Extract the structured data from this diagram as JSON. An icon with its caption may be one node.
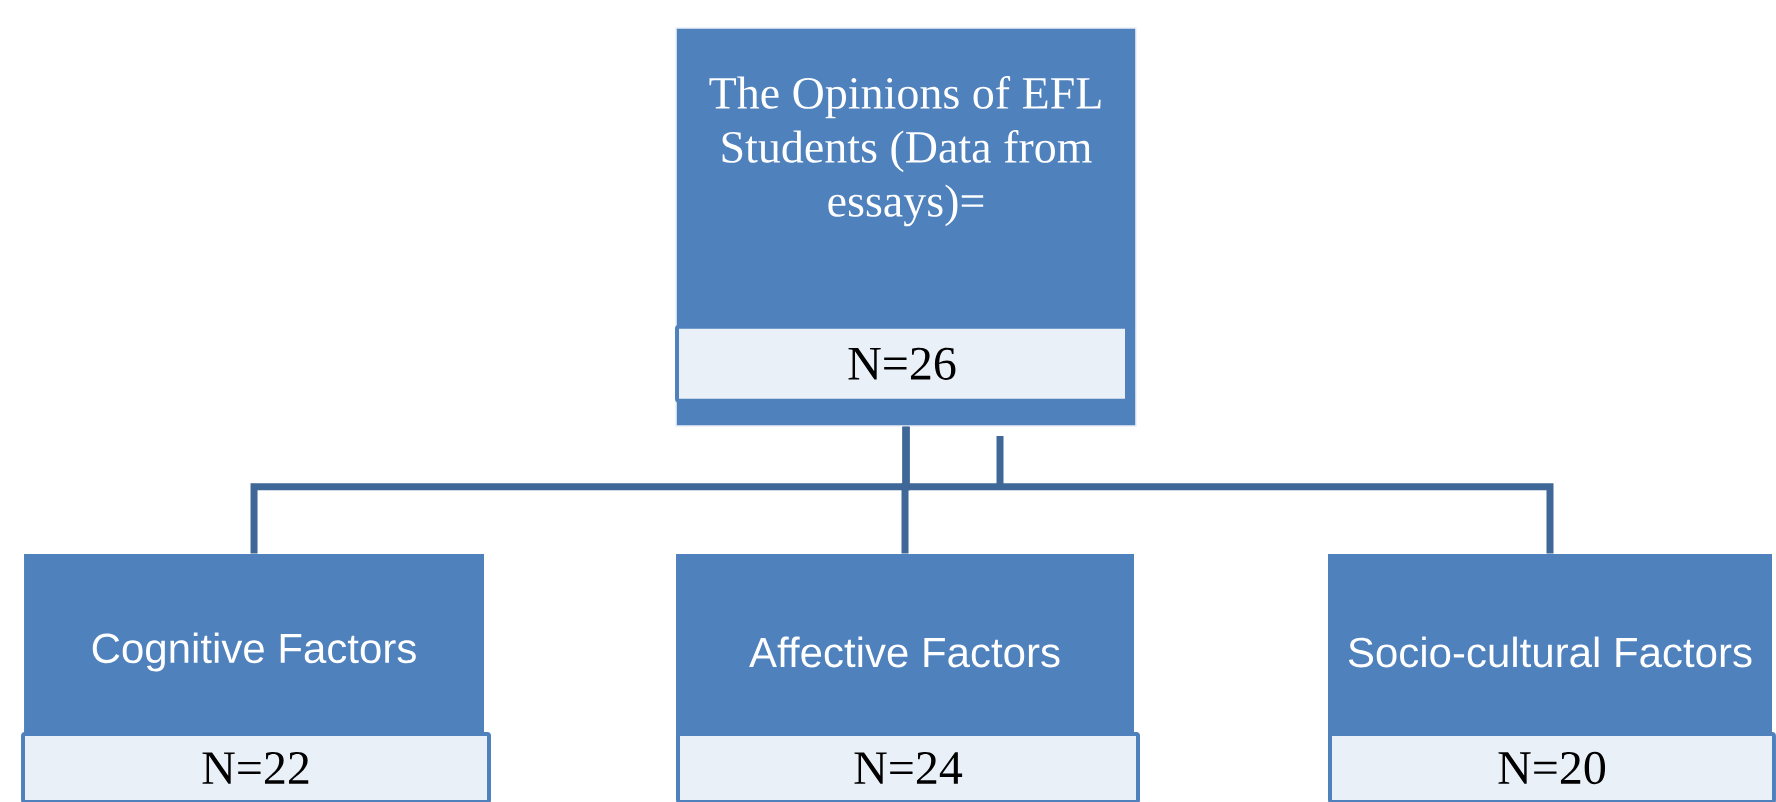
{
  "diagram": {
    "nodes": [
      {
        "text": [
          "The Opinions of EFL Students (Data from essays)="
        ]
      },
      {
        "text": [
          "N=26"
        ],
        "in": 0
      },
      {
        "text": [
          "Cognitive Factors"
        ]
      },
      {
        "text": [
          "N=22"
        ]
      },
      {
        "text": [
          "Affective Factors"
        ]
      },
      {
        "text": [
          "N=24"
        ]
      },
      {
        "text": [
          "Socio-cultural Factors"
        ]
      },
      {
        "text": [
          "N=20"
        ]
      }
    ],
    "edges": [
      {
        "from": 0,
        "to": 2,
        "arrow": "none"
      },
      {
        "from": 0,
        "to": 4,
        "arrow": "none"
      },
      {
        "from": 0,
        "to": 6,
        "arrow": "none"
      }
    ]
  }
}
